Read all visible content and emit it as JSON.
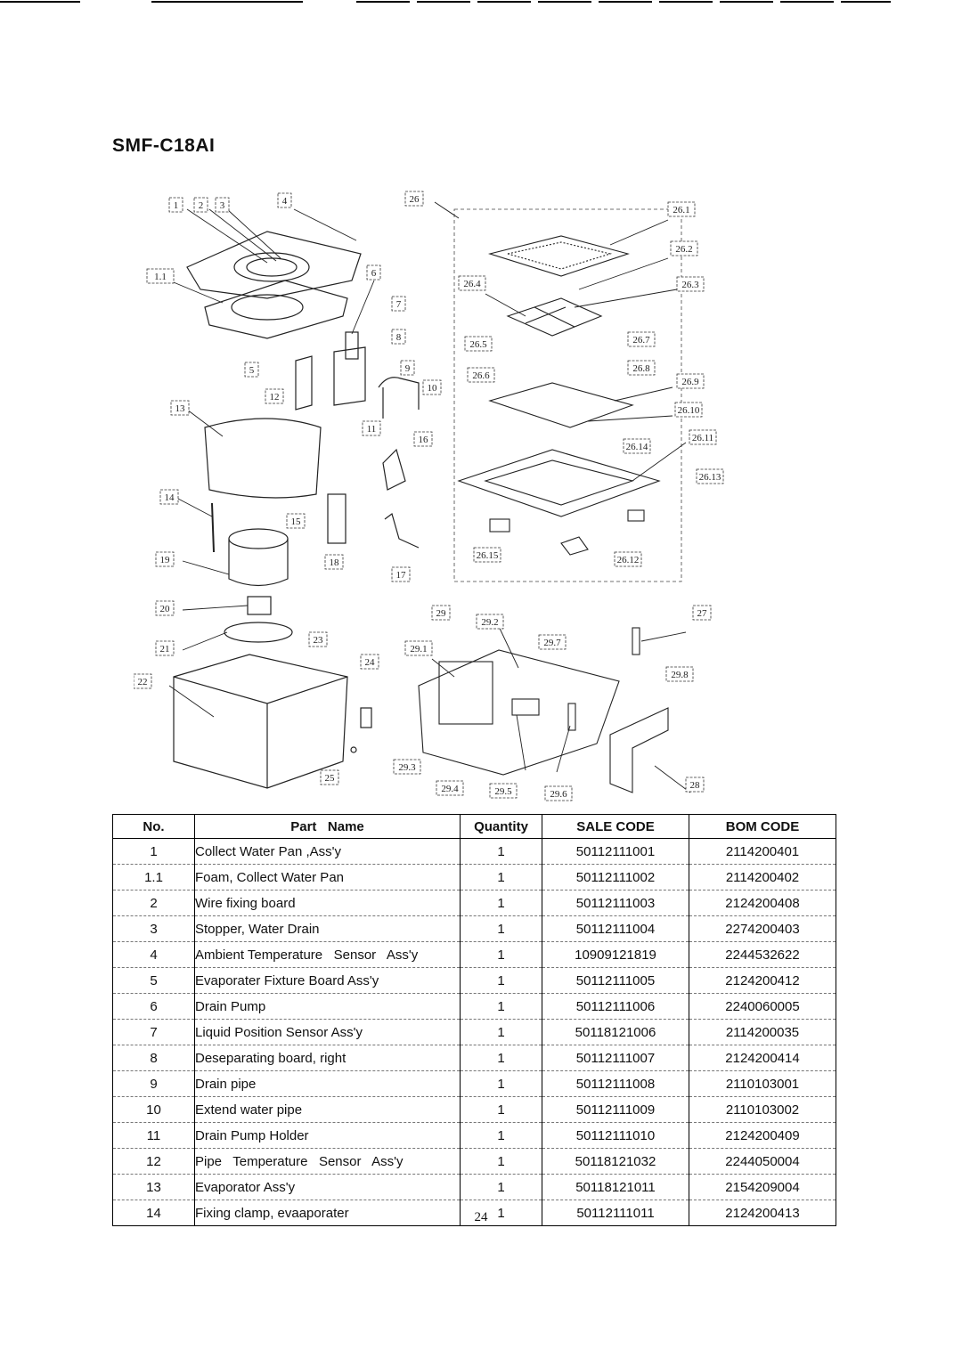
{
  "model": "SMF-C18AI",
  "diagram": {
    "callouts": [
      "1",
      "2",
      "3",
      "4",
      "1.1",
      "6",
      "7",
      "8",
      "5",
      "9",
      "10",
      "12",
      "13",
      "11",
      "16",
      "14",
      "15",
      "18",
      "19",
      "17",
      "20",
      "21",
      "23",
      "24",
      "22",
      "25",
      "26",
      "26.1",
      "26.2",
      "26.3",
      "26.4",
      "26.5",
      "26.6",
      "26.7",
      "26.8",
      "26.9",
      "26.10",
      "26.11",
      "26.13",
      "26.14",
      "26.15",
      "26.12",
      "27",
      "29",
      "29.2",
      "29.1",
      "29.7",
      "29.8",
      "29.3",
      "29.4",
      "29.5",
      "29.6",
      "28"
    ]
  },
  "table": {
    "headers": {
      "no": "No.",
      "part_name": "Part   Name",
      "quantity": "Quantity",
      "sale_code": "SALE CODE",
      "bom_code": "BOM CODE"
    },
    "rows": [
      {
        "no": "1",
        "name": "Collect Water Pan ,Ass'y",
        "qty": "1",
        "sale": "50112111001",
        "bom": "2114200401"
      },
      {
        "no": "1.1",
        "name": "Foam, Collect Water Pan",
        "qty": "1",
        "sale": "50112111002",
        "bom": "2114200402"
      },
      {
        "no": "2",
        "name": "Wire fixing board",
        "qty": "1",
        "sale": "50112111003",
        "bom": "2124200408"
      },
      {
        "no": "3",
        "name": "Stopper, Water Drain",
        "qty": "1",
        "sale": "50112111004",
        "bom": "2274200403"
      },
      {
        "no": "4",
        "name": "Ambient Temperature   Sensor   Ass'y",
        "qty": "1",
        "sale": "10909121819",
        "bom": "2244532622"
      },
      {
        "no": "5",
        "name": "Evaporater Fixture Board Ass'y",
        "qty": "1",
        "sale": "50112111005",
        "bom": "2124200412"
      },
      {
        "no": "6",
        "name": "Drain Pump",
        "qty": "1",
        "sale": "50112111006",
        "bom": "2240060005"
      },
      {
        "no": "7",
        "name": "Liquid Position Sensor Ass'y",
        "qty": "1",
        "sale": "50118121006",
        "bom": "2114200035"
      },
      {
        "no": "8",
        "name": "Deseparating board, right",
        "qty": "1",
        "sale": "50112111007",
        "bom": "2124200414"
      },
      {
        "no": "9",
        "name": "Drain pipe",
        "qty": "1",
        "sale": "50112111008",
        "bom": "2110103001"
      },
      {
        "no": "10",
        "name": "Extend water pipe",
        "qty": "1",
        "sale": "50112111009",
        "bom": "2110103002"
      },
      {
        "no": "11",
        "name": "Drain Pump Holder",
        "qty": "1",
        "sale": "50112111010",
        "bom": "2124200409"
      },
      {
        "no": "12",
        "name": "Pipe   Temperature   Sensor   Ass'y",
        "qty": "1",
        "sale": "50118121032",
        "bom": "2244050004"
      },
      {
        "no": "13",
        "name": "Evaporator Ass'y",
        "qty": "1",
        "sale": "50118121011",
        "bom": "2154209004"
      },
      {
        "no": "14",
        "name": "Fixing clamp, evaaporater",
        "qty": "1",
        "sale": "50112111011",
        "bom": "2124200413"
      }
    ]
  },
  "page_number": "24"
}
